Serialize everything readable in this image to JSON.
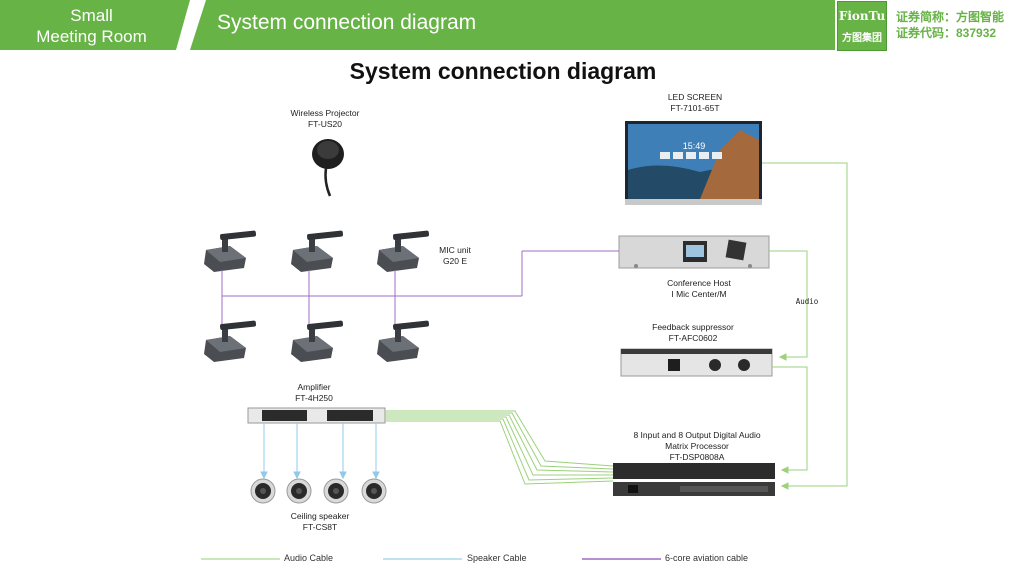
{
  "header": {
    "section_line1": "Small",
    "section_line2": "Meeting Room",
    "title": "System connection diagram",
    "logo_top": "FionTu",
    "logo_bottom": "方图集团",
    "stock_name": "证券简称：方图智能",
    "stock_code": "证券代码：837932"
  },
  "diagram": {
    "title": "System connection diagram",
    "devices": {
      "wireless_projector": {
        "name": "Wireless Projector",
        "model": "FT-US20"
      },
      "led_screen": {
        "name": "LED SCREEN",
        "model": "FT-7101-65T",
        "clock": "15:49"
      },
      "mic_unit": {
        "name": "MIC unit",
        "model": "G20 E"
      },
      "conference_host": {
        "name": "Conference Host",
        "model": "I Mic Center/M"
      },
      "feedback_suppressor": {
        "name": "Feedback suppressor",
        "model": "FT-AFC0602"
      },
      "amplifier": {
        "name": "Amplifier",
        "model": "FT-4H250"
      },
      "dsp": {
        "name_line1": "8 Input and 8 Output Digital Audio",
        "name_line2": "Matrix Processor",
        "model": "FT-DSP0808A"
      },
      "ceiling_speaker": {
        "name": "Ceiling speaker",
        "model": "FT-CS8T"
      }
    },
    "audio_tag": "Audio",
    "legend": [
      {
        "label": "Audio Cable",
        "color": "#b9e0a3"
      },
      {
        "label": "Speaker Cable",
        "color": "#a8d8ee"
      },
      {
        "label": "6-core aviation cable",
        "color": "#a06cc4"
      }
    ]
  }
}
